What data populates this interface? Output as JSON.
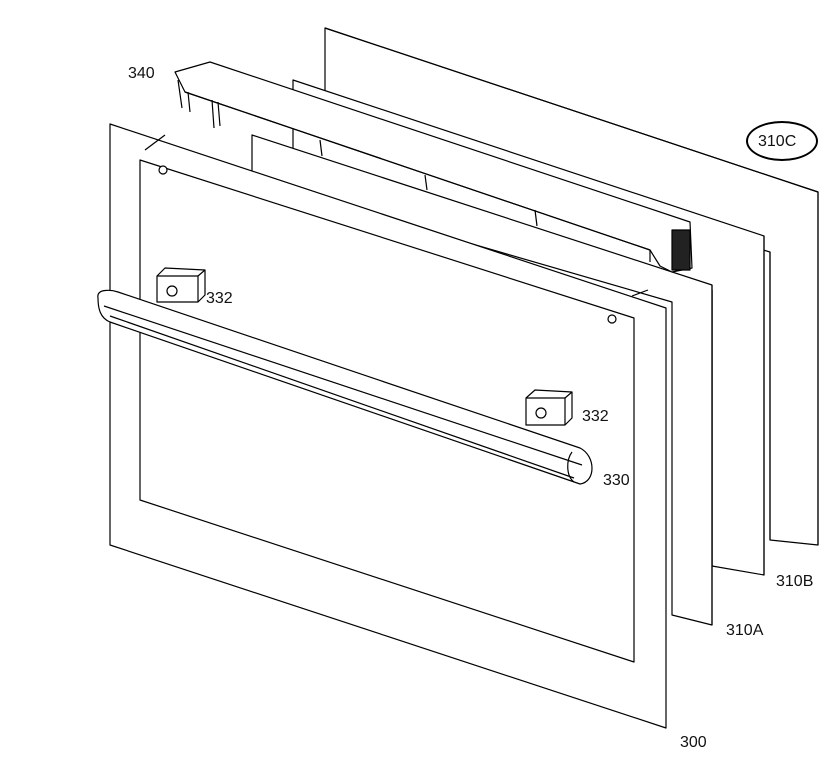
{
  "diagram": {
    "callouts": {
      "top_bracket": "340",
      "outer_glass": "310C",
      "middle_glass": "310B",
      "inner_glass": "310A",
      "front_panel": "300",
      "handle": "330",
      "handle_bracket_left": "332",
      "handle_bracket_right": "332"
    },
    "highlighted_callout": "310C"
  }
}
